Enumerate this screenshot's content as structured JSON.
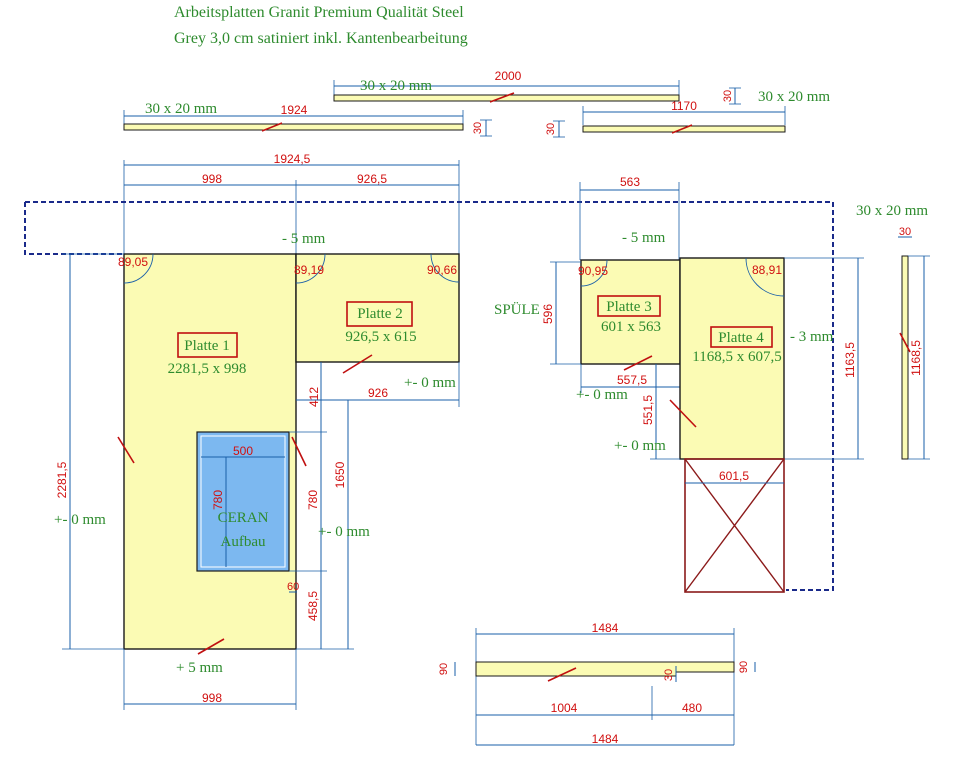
{
  "header": {
    "line1": "Arbeitsplatten Granit Premium Qualität Steel",
    "line2": "Grey 3,0 cm satiniert inkl. Kantenbearbeitung"
  },
  "strips": {
    "top": {
      "spec": "30 x 20 mm",
      "length": "2000",
      "height": "30"
    },
    "left": {
      "spec": "30 x 20 mm",
      "length": "1924",
      "height": "30"
    },
    "right": {
      "spec": "30 x 20 mm",
      "length": "1170",
      "height": "30"
    },
    "vertical": {
      "spec": "30 x 20 mm",
      "width": "30",
      "length": "1168,5"
    },
    "bottom": {
      "length_top": "1484",
      "length_bottom": "1484",
      "left_height": "90",
      "right_height": "90",
      "notch_height": "30",
      "seg1": "1004",
      "seg2": "480"
    }
  },
  "left_group": {
    "overall_width": "1924,5",
    "width_p1": "998",
    "width_p2": "926,5",
    "wall_offset": "- 5 mm",
    "angle_p1": "89,05",
    "angle_p2_left": "89,19",
    "angle_p2_right": "90,66",
    "platte1": {
      "label": "Platte 1",
      "size": "2281,5 x 998"
    },
    "platte2": {
      "label": "Platte 2",
      "size": "926,5 x 615"
    },
    "p1_height": "2281,5",
    "left_tol": "+- 0 mm",
    "p2_bottom_tol": "+- 0 mm",
    "dim_926": "926",
    "dim_412": "412",
    "dim_1650": "1650",
    "cutout": {
      "label1": "CERAN",
      "label2": "Aufbau",
      "width": "500",
      "height": "780"
    },
    "dim_780": "780",
    "right_tol": "+- 0 mm",
    "dim_60": "60",
    "dim_4585": "458,5",
    "bottom_tol": "+ 5 mm",
    "bottom_width": "998"
  },
  "right_group": {
    "width_563": "563",
    "wall_offset": "- 5 mm",
    "sink_label": "SPÜLE",
    "angle_p3": "90,95",
    "angle_p4": "88,91",
    "platte3": {
      "label": "Platte 3",
      "size": "601 x 563"
    },
    "platte4": {
      "label": "Platte 4",
      "size": "1168,5 x 607,5"
    },
    "dim_596": "596",
    "dim_5575": "557,5",
    "tol_p3_bottom": "+- 0 mm",
    "dim_5515": "551,5",
    "tol_p4_left": "+- 0 mm",
    "right_tol": "- 3 mm",
    "dim_11635": "1163,5",
    "dim_6015": "601,5"
  }
}
